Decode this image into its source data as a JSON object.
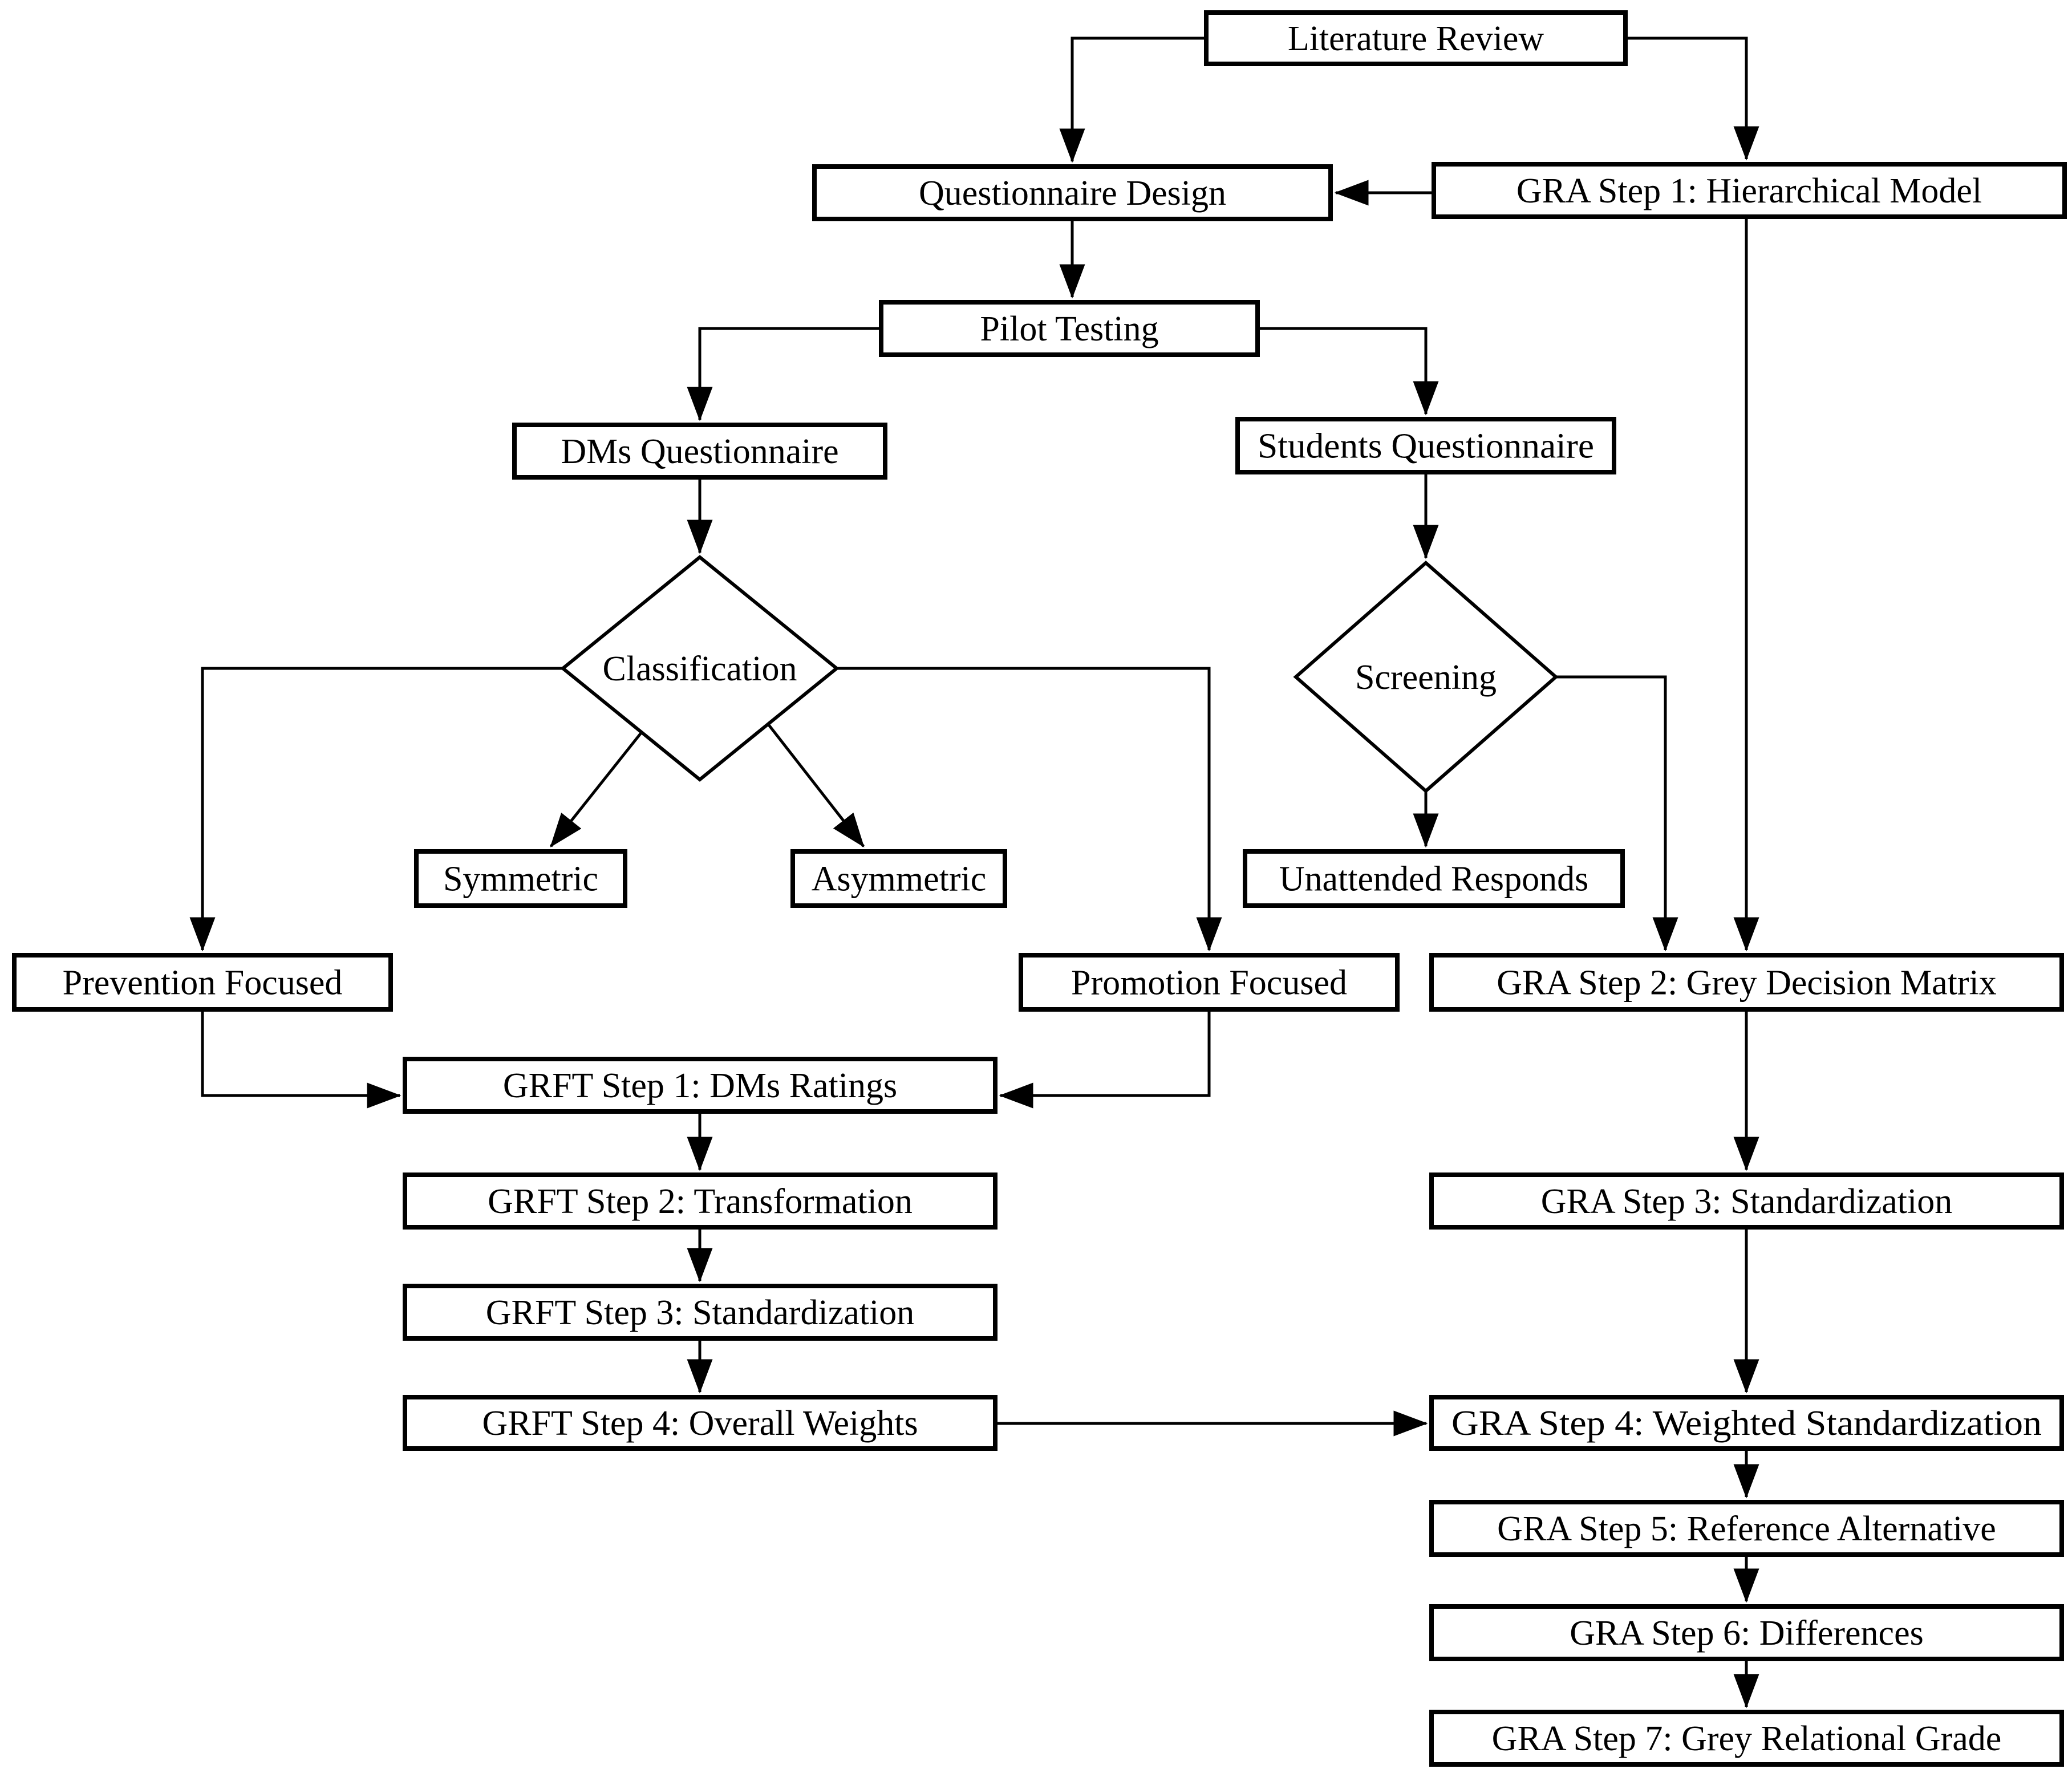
{
  "diagram": {
    "title": "Research methodology flowchart (GRFT / GRA steps)",
    "background_color": "#ffffff",
    "line_color": "#000000",
    "nodes": [
      {
        "id": "literature-review",
        "type": "process",
        "label": "Literature Review"
      },
      {
        "id": "questionnaire-design",
        "type": "process",
        "label": "Questionnaire Design"
      },
      {
        "id": "gra-step-1",
        "type": "process",
        "label": "GRA Step 1: Hierarchical Model"
      },
      {
        "id": "pilot-testing",
        "type": "process",
        "label": "Pilot Testing"
      },
      {
        "id": "dms-questionnaire",
        "type": "process",
        "label": "DMs Questionnaire"
      },
      {
        "id": "students-questionnaire",
        "type": "process",
        "label": "Students Questionnaire"
      },
      {
        "id": "classification",
        "type": "decision",
        "label": "Classification"
      },
      {
        "id": "screening",
        "type": "decision",
        "label": "Screening"
      },
      {
        "id": "symmetric",
        "type": "process",
        "label": "Symmetric"
      },
      {
        "id": "asymmetric",
        "type": "process",
        "label": "Asymmetric"
      },
      {
        "id": "unattended-responds",
        "type": "process",
        "label": "Unattended Responds"
      },
      {
        "id": "prevention-focused",
        "type": "process",
        "label": "Prevention Focused"
      },
      {
        "id": "promotion-focused",
        "type": "process",
        "label": "Promotion Focused"
      },
      {
        "id": "gra-step-2",
        "type": "process",
        "label": "GRA Step 2: Grey Decision Matrix"
      },
      {
        "id": "grft-step-1",
        "type": "process",
        "label": "GRFT Step 1: DMs Ratings"
      },
      {
        "id": "grft-step-2",
        "type": "process",
        "label": "GRFT Step 2: Transformation"
      },
      {
        "id": "grft-step-3",
        "type": "process",
        "label": "GRFT Step 3: Standardization"
      },
      {
        "id": "grft-step-4",
        "type": "process",
        "label": "GRFT Step 4: Overall Weights"
      },
      {
        "id": "gra-step-3",
        "type": "process",
        "label": "GRA Step 3: Standardization"
      },
      {
        "id": "gra-step-4",
        "type": "process",
        "label": "GRA Step 4: Weighted Standardization"
      },
      {
        "id": "gra-step-5",
        "type": "process",
        "label": "GRA Step 5: Reference Alternative"
      },
      {
        "id": "gra-step-6",
        "type": "process",
        "label": "GRA Step 6: Differences"
      },
      {
        "id": "gra-step-7",
        "type": "process",
        "label": "GRA Step 7: Grey Relational Grade"
      }
    ],
    "edges": [
      {
        "from": "literature-review",
        "to": "questionnaire-design"
      },
      {
        "from": "literature-review",
        "to": "gra-step-1"
      },
      {
        "from": "gra-step-1",
        "to": "questionnaire-design"
      },
      {
        "from": "questionnaire-design",
        "to": "pilot-testing"
      },
      {
        "from": "pilot-testing",
        "to": "dms-questionnaire"
      },
      {
        "from": "pilot-testing",
        "to": "students-questionnaire"
      },
      {
        "from": "dms-questionnaire",
        "to": "classification"
      },
      {
        "from": "students-questionnaire",
        "to": "screening"
      },
      {
        "from": "classification",
        "to": "symmetric"
      },
      {
        "from": "classification",
        "to": "asymmetric"
      },
      {
        "from": "classification",
        "to": "prevention-focused"
      },
      {
        "from": "classification",
        "to": "promotion-focused"
      },
      {
        "from": "screening",
        "to": "unattended-responds"
      },
      {
        "from": "screening",
        "to": "gra-step-2"
      },
      {
        "from": "gra-step-1",
        "to": "gra-step-2"
      },
      {
        "from": "prevention-focused",
        "to": "grft-step-1"
      },
      {
        "from": "promotion-focused",
        "to": "grft-step-1"
      },
      {
        "from": "grft-step-1",
        "to": "grft-step-2"
      },
      {
        "from": "grft-step-2",
        "to": "grft-step-3"
      },
      {
        "from": "grft-step-3",
        "to": "grft-step-4"
      },
      {
        "from": "grft-step-4",
        "to": "gra-step-4"
      },
      {
        "from": "gra-step-2",
        "to": "gra-step-3"
      },
      {
        "from": "gra-step-3",
        "to": "gra-step-4"
      },
      {
        "from": "gra-step-4",
        "to": "gra-step-5"
      },
      {
        "from": "gra-step-5",
        "to": "gra-step-6"
      },
      {
        "from": "gra-step-6",
        "to": "gra-step-7"
      }
    ]
  }
}
